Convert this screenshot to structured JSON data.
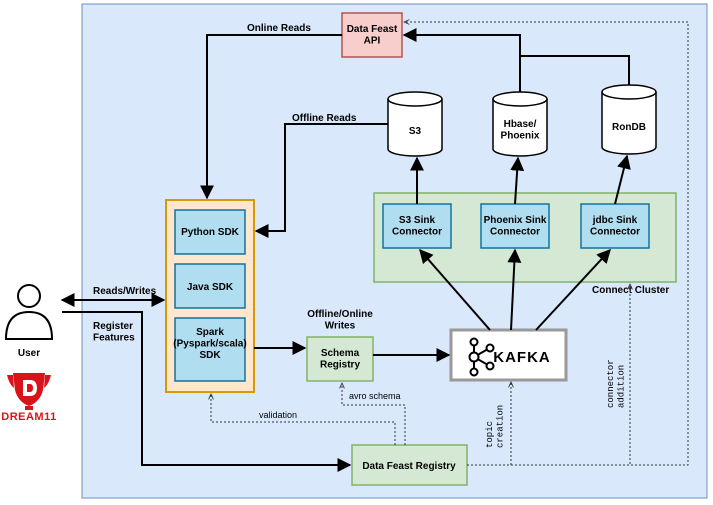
{
  "colors": {
    "canvas_fill": "#dae8fc",
    "canvas_stroke": "#6c8ebf",
    "api_fill": "#f8cecc",
    "api_stroke": "#b85450",
    "sdk_container_fill": "#ffe6cc",
    "sdk_container_stroke": "#d79b00",
    "inner_fill": "#b1ddf0",
    "inner_stroke": "#10739e",
    "green_fill": "#d5e8d4",
    "green_stroke": "#82b366",
    "brand_red": "#d9131b"
  },
  "nodes": {
    "api": "Data Feast\nAPI",
    "s3": "S3",
    "hbase": "Hbase/\nPhoenix",
    "rondb": "RonDB",
    "s3_sink": "S3 Sink\nConnector",
    "phoenix_sink": "Phoenix Sink\nConnector",
    "jdbc_sink": "jdbc Sink\nConnector",
    "connect_cluster": "Connect Cluster",
    "python_sdk": "Python SDK",
    "java_sdk": "Java SDK",
    "spark_sdk": "Spark\n(Pyspark/scala)\nSDK",
    "schema_registry": "Schema\nRegistry",
    "kafka": "KAFKA",
    "registry": "Data Feast Registry",
    "user": "User",
    "brand": "DREAM11"
  },
  "edges": {
    "online_reads": "Online Reads",
    "offline_reads": "Offline Reads",
    "reads_writes": "Reads/Writes",
    "register_features": "Register\nFeatures",
    "offline_online_writes": "Offline/Online\nWrites",
    "avro_schema": "avro schema",
    "validation": "validation",
    "topic_creation": "topic\ncreation",
    "connector_addition": "connector\naddition"
  }
}
